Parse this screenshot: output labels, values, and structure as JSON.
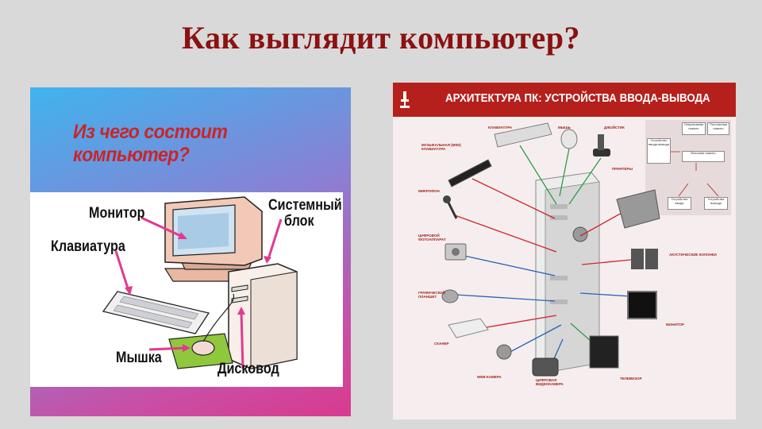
{
  "slide": {
    "title": "Как выглядит компьютер?"
  },
  "left_image": {
    "heading": "Из чего состоит компьютер?",
    "labels": {
      "monitor": "Монитор",
      "system_unit_1": "Системный",
      "system_unit_2": "блок",
      "keyboard": "Клавиатура",
      "mouse": "Мышка",
      "drive": "Дисковод"
    }
  },
  "right_image": {
    "title": "АРХИТЕКТУРА ПК: УСТРОЙСТВА ВВОДА-ВЫВОДА",
    "devices": {
      "keyboard_label": "КЛАВИАТУРА",
      "mouse_label": "МЫШЬ",
      "joystick_label": "ДЖОЙСТИК",
      "synth_label": "МУЗЫКАЛЬНАЯ (MIDI) КЛАВИАТУРА",
      "mic_label": "МИКРОФОН",
      "camera_label": "ЦИФРОВОЙ ФОТОАППАРАТ",
      "tablet_label": "ГРАФИЧЕСКИЙ ПЛАНШЕТ",
      "scanner_label": "СКАНЕР",
      "webcam_label": "WEB-КАМЕРА",
      "camcorder_label": "ЦИФРОВАЯ ВИДЕОКАМЕРА",
      "tv_label": "ТЕЛЕВИЗОР",
      "printer_label": "ПРИНТЕРЫ",
      "speakers_label": "АКУСТИЧЕСКИЕ КОЛОНКИ",
      "monitor_label": "МОНИТОР"
    },
    "diagram": {
      "io_device": "Устройство ввода-вывода",
      "box_top_1": "Оперативная память",
      "box_top_2": "Постоянная память",
      "box_mid": "Внешняя память",
      "box_in": "Устройства ввода",
      "box_out": "Устройства вывода"
    }
  },
  "colors": {
    "title": "#8c1111",
    "header_red": "#b5201c",
    "arrow_red": "#d2232a",
    "arrow_green": "#2e9e45",
    "arrow_blue": "#2464b8"
  }
}
